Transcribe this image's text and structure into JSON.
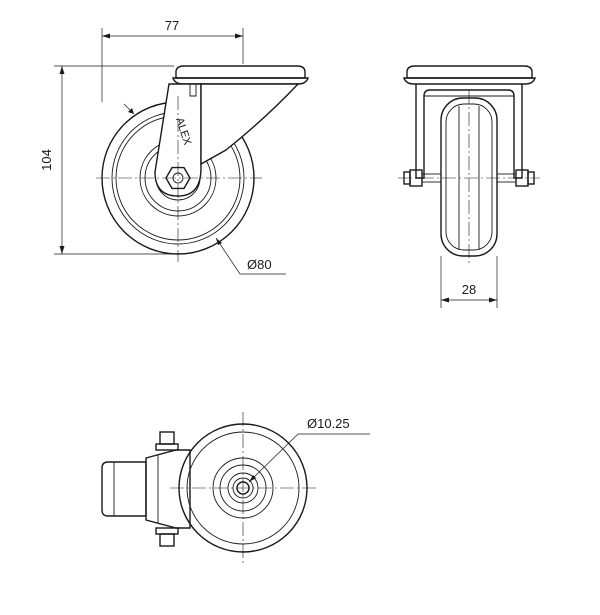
{
  "dimensions": {
    "width": "77",
    "height": "104",
    "wheel_diameter": "Ø80",
    "wheel_width": "28",
    "axle_diameter": "Ø10.25"
  },
  "brand": "ALEX"
}
